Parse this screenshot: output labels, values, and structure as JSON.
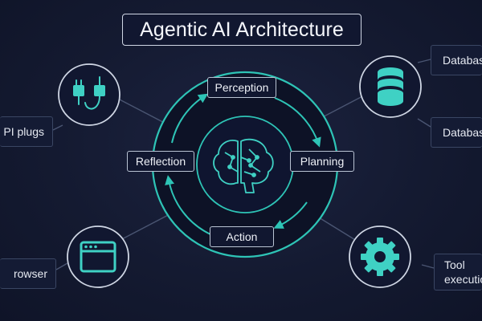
{
  "title": "Agentic AI Architecture",
  "cycle": {
    "perception": "Perception",
    "planning": "Planning",
    "action": "Action",
    "reflection": "Reflection"
  },
  "tools": {
    "api_plugs": "PI plugs",
    "browser": "rowser",
    "database_top": "Databas",
    "database_bottom": "Databas",
    "tool_line1": "Tool",
    "tool_line2": "executio"
  },
  "icons": {
    "center": "brain-icon",
    "top_left": "plug-icon",
    "bottom_left": "browser-window-icon",
    "top_right": "database-icon",
    "bottom_right": "gear-icon"
  },
  "colors": {
    "background": "#141a31",
    "ring": "#2ec4b6",
    "icon": "#3fd1c4",
    "box_border": "#b9c3d3",
    "text": "#eef1f7"
  }
}
